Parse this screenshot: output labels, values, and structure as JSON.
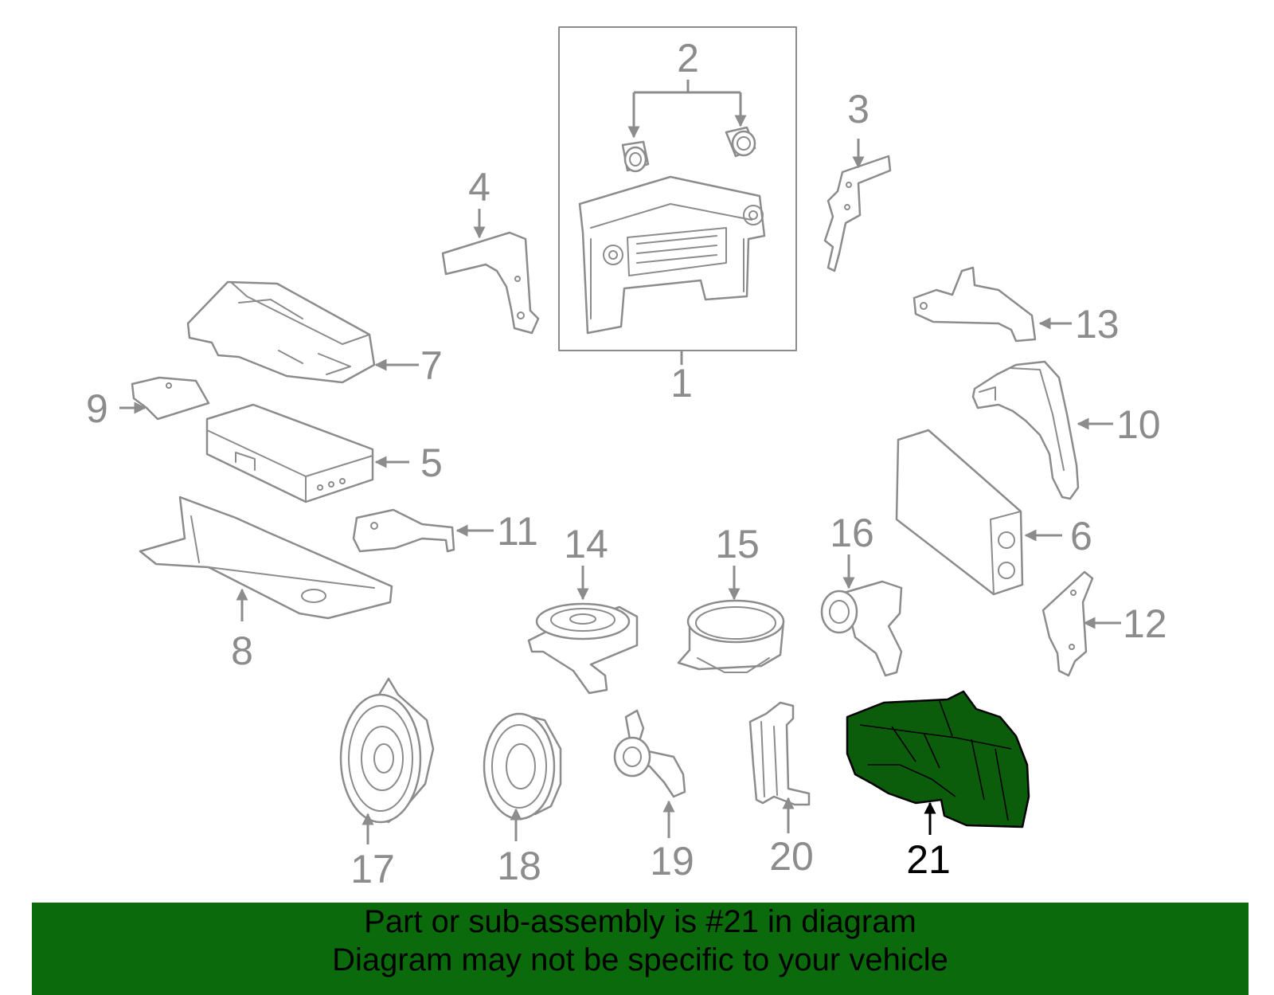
{
  "diagram": {
    "callouts": [
      "1",
      "2",
      "3",
      "4",
      "5",
      "6",
      "7",
      "8",
      "9",
      "10",
      "11",
      "12",
      "13",
      "14",
      "15",
      "16",
      "17",
      "18",
      "19",
      "20",
      "21"
    ],
    "highlighted_callout": "21",
    "colors": {
      "highlight_fill": "#0b5d0b",
      "banner_background": "#0b6a0b",
      "line_gray": "#8c8c8c"
    }
  },
  "banner": {
    "line1": "Part or sub-assembly is #21 in diagram",
    "line2": "Diagram may not be specific to your vehicle"
  }
}
